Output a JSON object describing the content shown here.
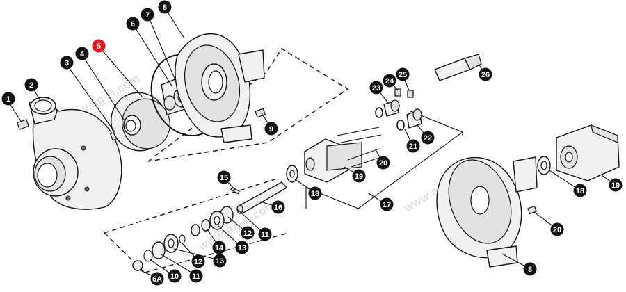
{
  "diagram": {
    "watermark": "www.ag-ri.com",
    "highlight_color": "#e8141b",
    "callout_color": "#111111",
    "highlighted_part": "5",
    "callouts": [
      {
        "id": "c1",
        "label": "1"
      },
      {
        "id": "c2",
        "label": "2"
      },
      {
        "id": "c3",
        "label": "3"
      },
      {
        "id": "c4",
        "label": "4"
      },
      {
        "id": "c5",
        "label": "5"
      },
      {
        "id": "c6",
        "label": "6"
      },
      {
        "id": "c7",
        "label": "7"
      },
      {
        "id": "c8a",
        "label": "8"
      },
      {
        "id": "c9",
        "label": "9"
      },
      {
        "id": "c15",
        "label": "15"
      },
      {
        "id": "c16",
        "label": "16"
      },
      {
        "id": "c18a",
        "label": "18"
      },
      {
        "id": "c19a",
        "label": "19"
      },
      {
        "id": "c20a",
        "label": "20"
      },
      {
        "id": "c17",
        "label": "17"
      },
      {
        "id": "c21",
        "label": "21"
      },
      {
        "id": "c22",
        "label": "22"
      },
      {
        "id": "c23",
        "label": "23"
      },
      {
        "id": "c24",
        "label": "24"
      },
      {
        "id": "c25",
        "label": "25"
      },
      {
        "id": "c26",
        "label": "26"
      },
      {
        "id": "c18b",
        "label": "18"
      },
      {
        "id": "c19b",
        "label": "19"
      },
      {
        "id": "c20b",
        "label": "20"
      },
      {
        "id": "c8b",
        "label": "8"
      },
      {
        "id": "c12a",
        "label": "12"
      },
      {
        "id": "c11a",
        "label": "11"
      },
      {
        "id": "c14",
        "label": "14"
      },
      {
        "id": "c13a",
        "label": "13"
      },
      {
        "id": "c12b",
        "label": "12"
      },
      {
        "id": "c13b",
        "label": "13"
      },
      {
        "id": "c11b",
        "label": "11"
      },
      {
        "id": "c10",
        "label": "10"
      },
      {
        "id": "c6A",
        "label": "6A"
      }
    ]
  }
}
